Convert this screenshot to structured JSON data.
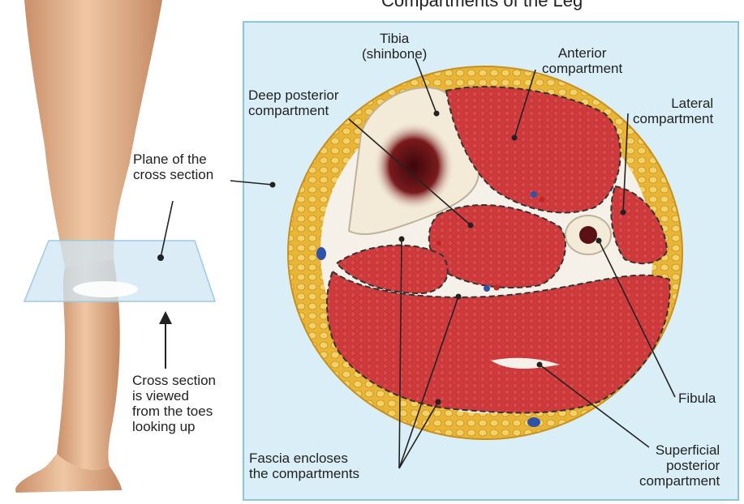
{
  "heading_partial": "Compartments of the Leg",
  "colors": {
    "panel_bg": "#d9eef6",
    "panel_border": "#8ec4da",
    "muscle": "#cf3a3c",
    "fat": "#e8b537",
    "bone": "#f3ead7",
    "marrow": "#6b1418",
    "skin": "#e3b48f"
  },
  "labels": {
    "tibia": [
      "Tibia",
      "(shinbone)"
    ],
    "anterior": [
      "Anterior",
      "compartment"
    ],
    "lateral": [
      "Lateral",
      "compartment"
    ],
    "deep_posterior": [
      "Deep posterior",
      "compartment"
    ],
    "plane": [
      "Plane of the",
      "cross section"
    ],
    "viewed": [
      "Cross section",
      "is viewed",
      "from the toes",
      "looking up"
    ],
    "fascia": [
      "Fascia encloses",
      "the compartments"
    ],
    "fibula": [
      "Fibula"
    ],
    "superficial": [
      "Superficial",
      "posterior",
      "compartment"
    ]
  }
}
